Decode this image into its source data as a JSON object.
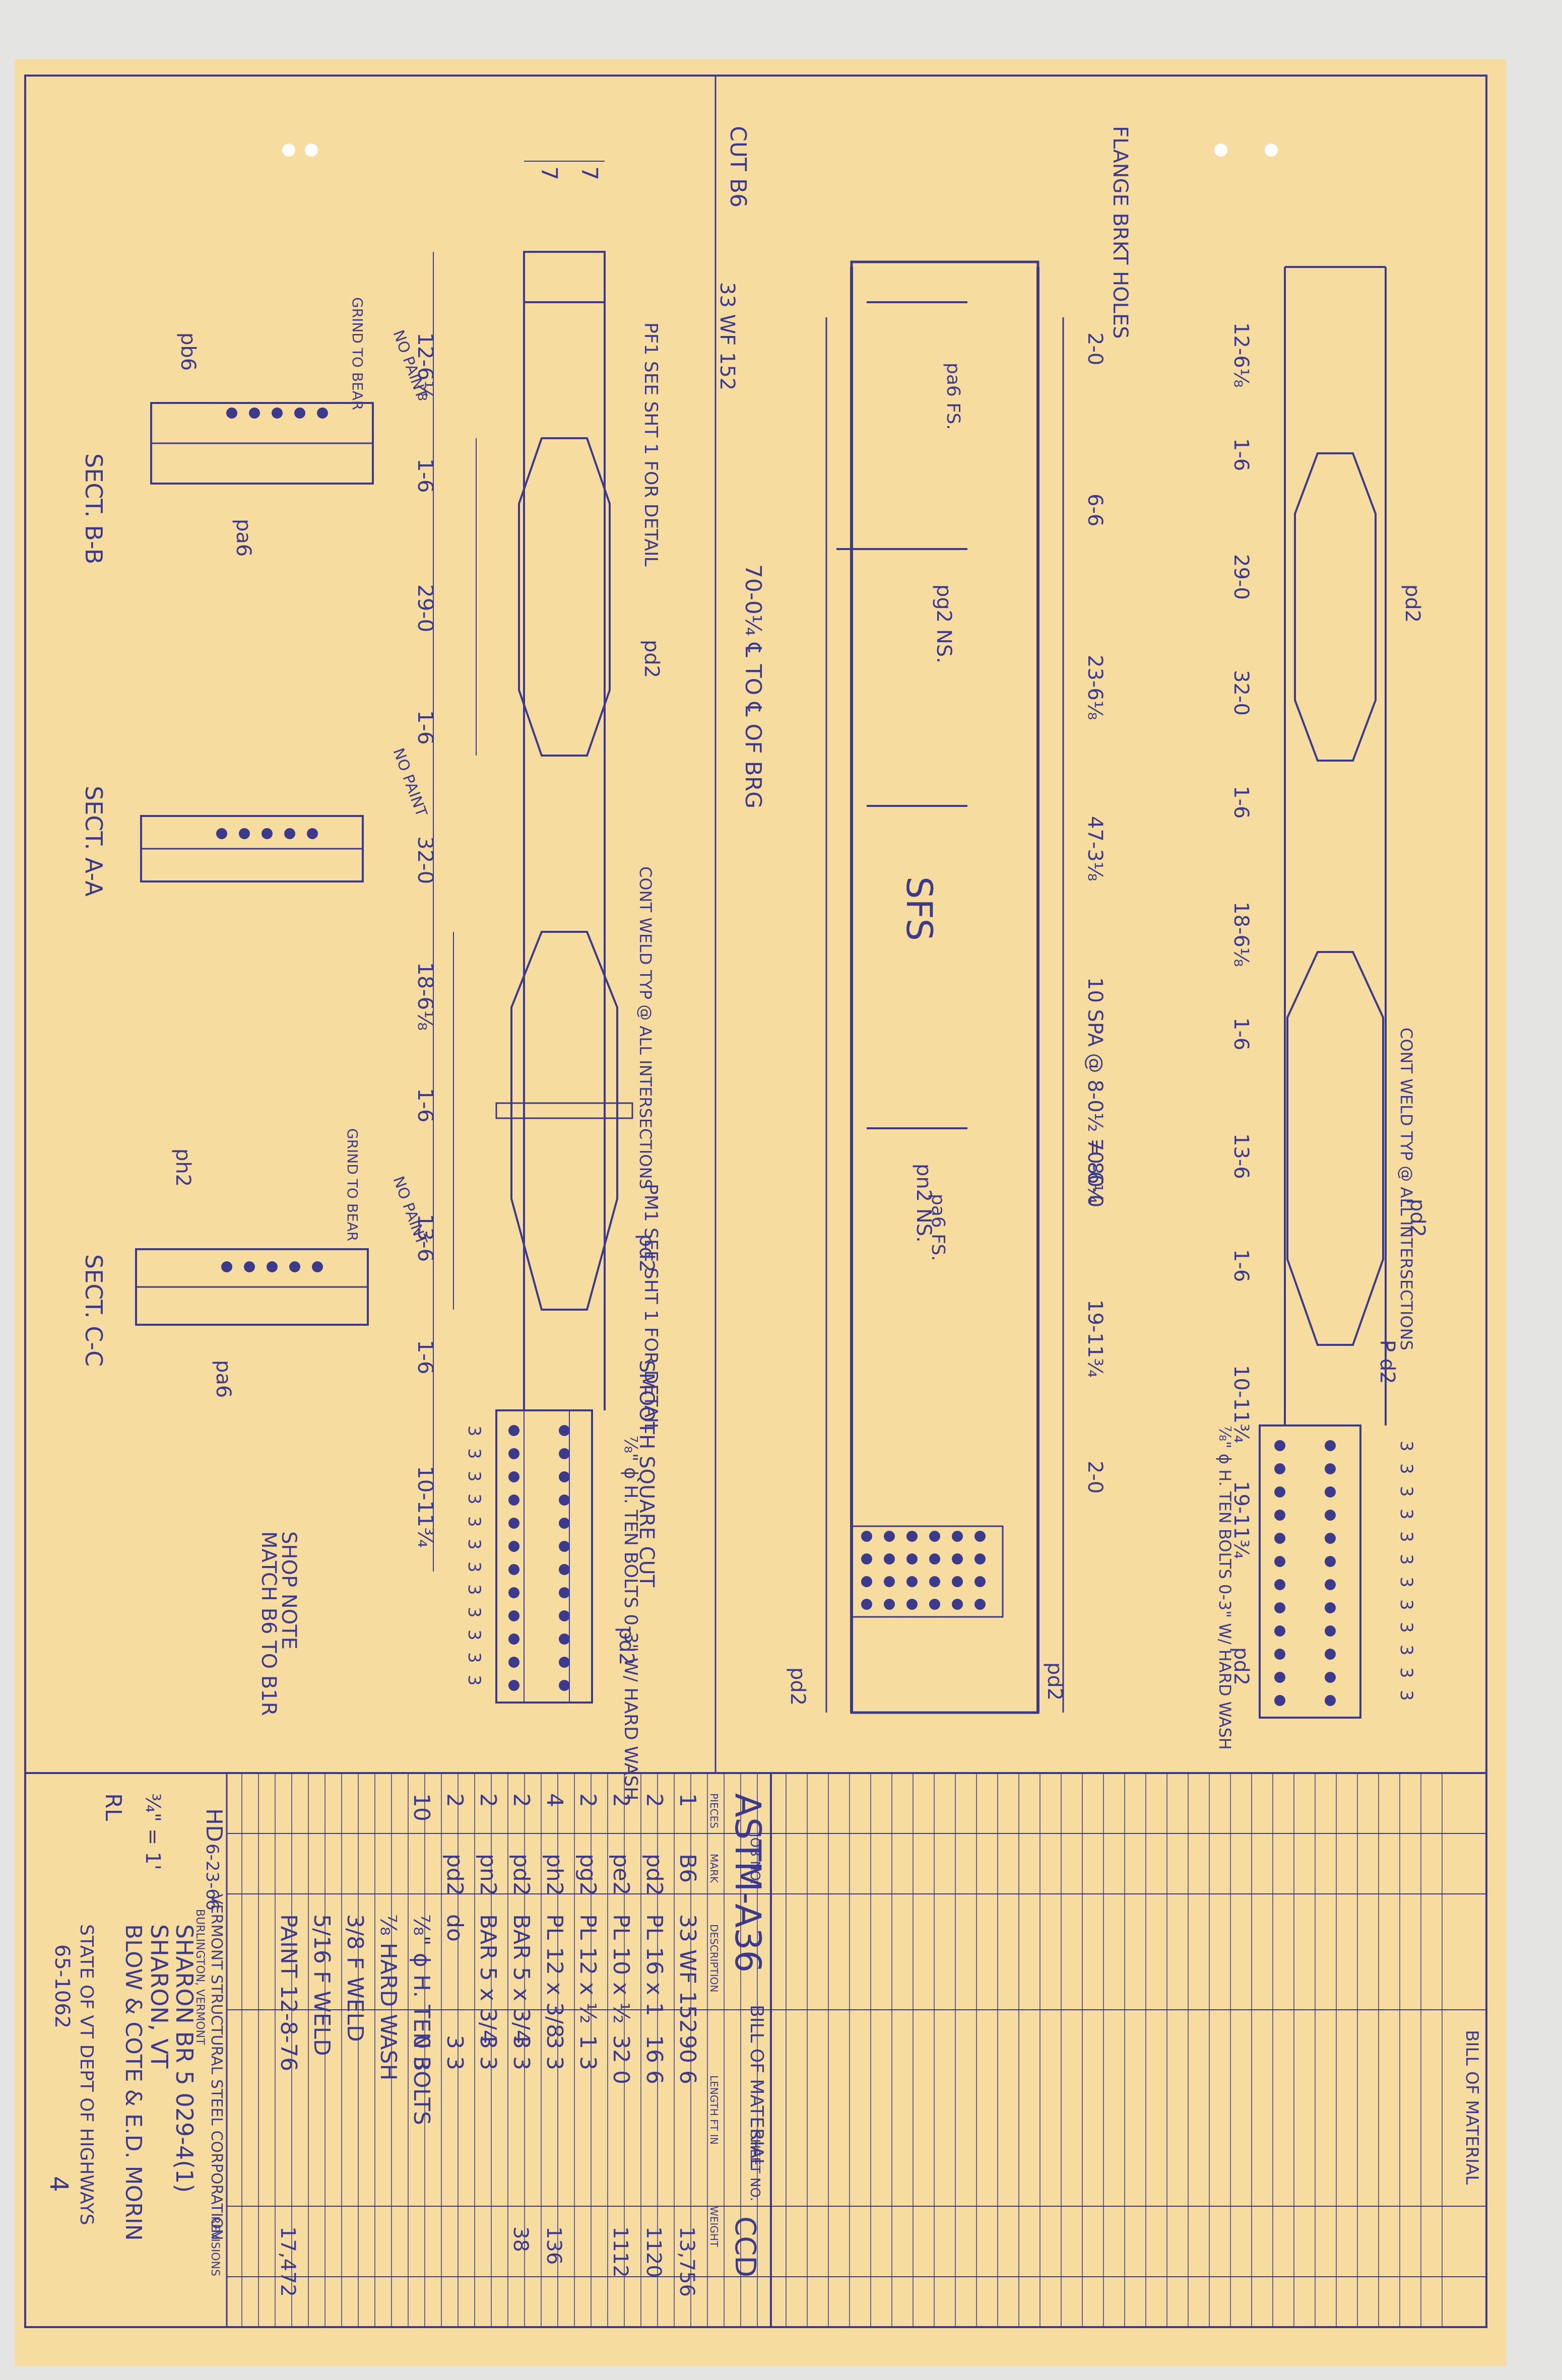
{
  "holes": [
    "punch-hole-1",
    "punch-hole-2",
    "punch-hole-3",
    "punch-hole-4"
  ],
  "colors": {
    "paper": "#f7dc9f",
    "ink": "#3b3a8c",
    "background": "#e4e4e2"
  },
  "notes": {
    "flange_holes": "FLANGE BRKT HOLES",
    "cut_ref": "CUT B6",
    "section": "33 WF 152",
    "length_main": "70-0¼ ℄ TO ℄ OF BRG",
    "sfs": "SFS",
    "cont_weld": "CONT WELD TYP @ ALL INTERSECTIONS",
    "smooth_cut": "SMOOTH SQUARE CUT",
    "bolts_note": "⅞\" ϕ H. TEN BOLTS 0-3\" W/ HARD WASH",
    "shop_note_1": "SHOP NOTE",
    "shop_note_2": "MATCH B6 TO B1R",
    "pf1": "PF1 SEE SHT 1 FOR DETAIL",
    "pm1": "PM1 SEE SHT 1 FOR DETAIL",
    "grind": "GRIND TO BEAR",
    "no_paint": "NO PAINT"
  },
  "sections": {
    "bb": "SECT. B-B",
    "aa": "SECT. A-A",
    "cc": "SECT. C-C"
  },
  "labels": {
    "pd2": "pd2",
    "pa6": "pa6",
    "pb6": "pb6",
    "pg2": "pg2 NS.",
    "pn2": "pn2 NS.",
    "pa6_fs": "pa6 FS.",
    "ph2": "ph2",
    "pd2b": "P d2"
  },
  "dims_top": [
    "7",
    "7"
  ],
  "dims_left": [
    "12-6⅛",
    "1-6",
    "29-0",
    "1-6",
    "32-0",
    "18-6⅛",
    "1-6",
    "13-6",
    "1-6",
    "10-11¾"
  ],
  "dims_mid": [
    "2-0",
    "6-6",
    "23-6⅛",
    "47-3⅛",
    "10 SPA @ 8-0½ = 80-0",
    "70-6¼",
    "19-11¾",
    "2-0"
  ],
  "dims_right": [
    "12-6⅛",
    "1-6",
    "29-0",
    "32-0",
    "1-6",
    "18-6⅛",
    "1-6",
    "13-6",
    "1-6",
    "10-11¾",
    "19-11¾"
  ],
  "spacing_row": [
    "3",
    "3",
    "3",
    "3",
    "3",
    "3",
    "3",
    "3",
    "3",
    "3",
    "3",
    "3"
  ],
  "bom": {
    "title": "BILL OF MATERIAL",
    "job_label": "JOB NO.",
    "sheet_label": "SHEET NO.",
    "spec": "ASTM-A36",
    "stamp": "CCD",
    "columns": [
      "PIECES",
      "MARK",
      "DESCRIPTION",
      "LENGTH FT IN",
      "WEIGHT"
    ],
    "rows": [
      {
        "pcs": "1",
        "mark": "B6",
        "desc": "33 WF 152",
        "len": "90 6",
        "wt": "13,756"
      },
      {
        "pcs": "2",
        "mark": "pd2",
        "desc": "PL 16 x 1",
        "len": "16 6",
        "wt": "1120"
      },
      {
        "pcs": "2",
        "mark": "pe2",
        "desc": "PL 10 x ½",
        "len": "32 0",
        "wt": "1112"
      },
      {
        "pcs": "2",
        "mark": "pg2",
        "desc": "PL 12 x ½",
        "len": "1 3",
        "wt": ""
      },
      {
        "pcs": "4",
        "mark": "ph2",
        "desc": "PL 12 x 3/8",
        "len": "3 3",
        "wt": "136"
      },
      {
        "pcs": "2",
        "mark": "pd2",
        "desc": "BAR 5 x 3/4",
        "len": "3 3",
        "wt": "38"
      },
      {
        "pcs": "2",
        "mark": "pn2",
        "desc": "BAR 5 x 3/4",
        "len": "3 3",
        "wt": ""
      },
      {
        "pcs": "2",
        "mark": "pd2",
        "desc": "do",
        "len": "3 3",
        "wt": ""
      },
      {
        "pcs": "10",
        "mark": "",
        "desc": "⅞\" ϕ H. TEN BOLTS",
        "len": "0 3",
        "wt": ""
      },
      {
        "pcs": "",
        "mark": "",
        "desc": "⅞ HARD WASH",
        "len": "",
        "wt": ""
      },
      {
        "pcs": "",
        "mark": "",
        "desc": "3/8 F WELD",
        "len": "",
        "wt": ""
      },
      {
        "pcs": "",
        "mark": "",
        "desc": "5/16 F WELD",
        "len": "",
        "wt": ""
      },
      {
        "pcs": "",
        "mark": "",
        "desc": "PAINT 12-8-76",
        "len": "",
        "wt": "17,472"
      }
    ],
    "company": "VERMONT STRUCTURAL STEEL CORPORATION",
    "company_sub": "BURLINGTON, VERMONT",
    "project": "SHARON BR 5 029-4(1)",
    "location": "SHARON, VT",
    "customer": "BLOW & COTE & E.D. MORIN",
    "architect": "STATE OF VT DEPT OF HIGHWAYS",
    "job_no": "65-1062",
    "sheet_no": "4",
    "drawn": "HD",
    "date": "6-23-66",
    "checked": "RL",
    "scale": "¾\" = 1'",
    "rev_label": "REVISIONS"
  }
}
